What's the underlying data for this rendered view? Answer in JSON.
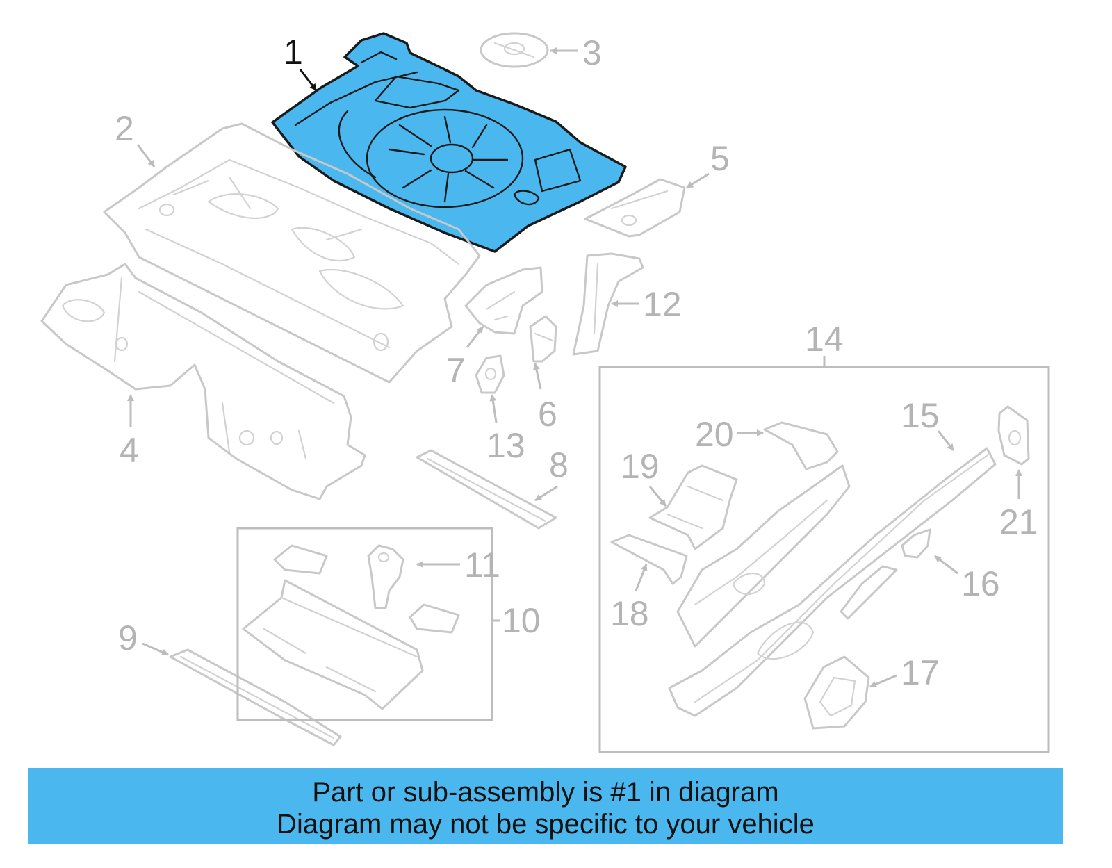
{
  "diagram": {
    "highlight_color": "#4ab8ee",
    "part_line_color": "#c8c8c8",
    "callouts": [
      {
        "number": "1",
        "highlighted": true
      },
      {
        "number": "2"
      },
      {
        "number": "3"
      },
      {
        "number": "4"
      },
      {
        "number": "5"
      },
      {
        "number": "6"
      },
      {
        "number": "7"
      },
      {
        "number": "8"
      },
      {
        "number": "9"
      },
      {
        "number": "10"
      },
      {
        "number": "11"
      },
      {
        "number": "12"
      },
      {
        "number": "13"
      },
      {
        "number": "14"
      },
      {
        "number": "15"
      },
      {
        "number": "16"
      },
      {
        "number": "17"
      },
      {
        "number": "18"
      },
      {
        "number": "19"
      },
      {
        "number": "20"
      },
      {
        "number": "21"
      }
    ]
  },
  "banner": {
    "line1": "Part or sub-assembly is #1 in diagram",
    "line2": "Diagram may not be specific to your vehicle",
    "background": "#4ab8ee"
  }
}
